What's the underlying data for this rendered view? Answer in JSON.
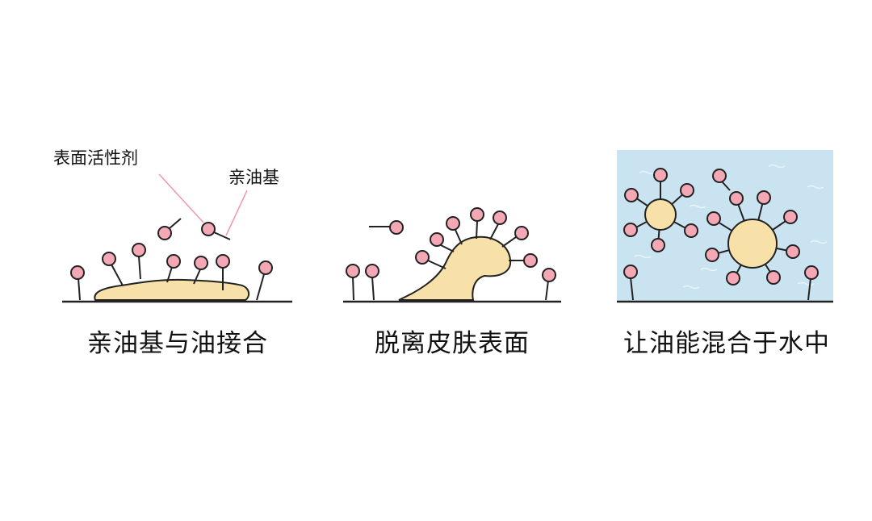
{
  "panels": [
    {
      "caption": "亲油基与油接合"
    },
    {
      "caption": "脱离皮肤表面"
    },
    {
      "caption": "让油能混合于水中"
    }
  ],
  "labels": {
    "surfactant": "表面活性剂",
    "lipophilic_group": "亲油基"
  },
  "colors": {
    "head_fill": "#f4a7b4",
    "oil_fill": "#f8e1a8",
    "water_fill": "#c9e4f0",
    "line": "#222222",
    "pointer": "#ef9aa6"
  }
}
